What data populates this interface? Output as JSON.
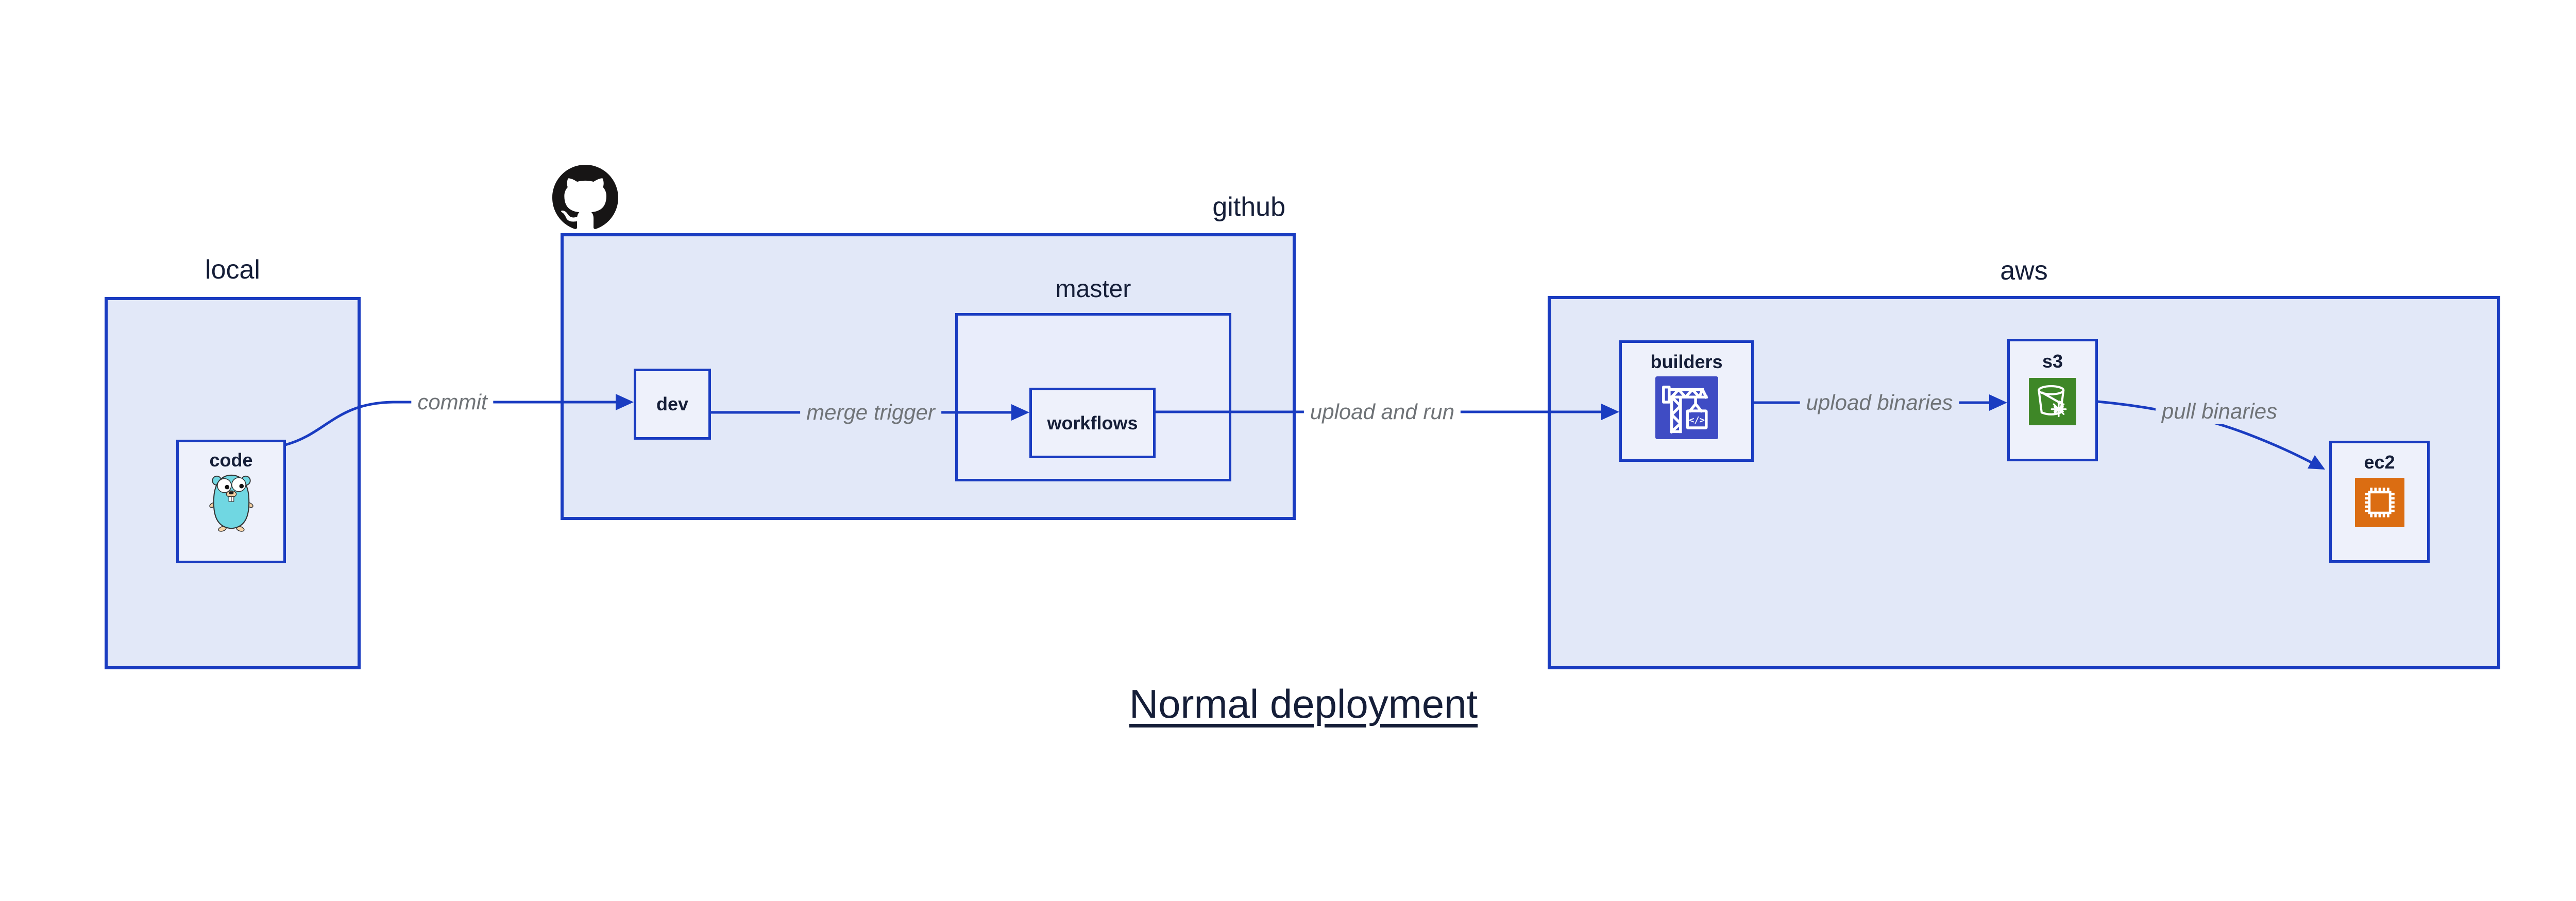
{
  "diagram_title": "Normal deployment",
  "colors": {
    "stroke_blue": "#1A3CC1",
    "container_fill": "#E2E8F8",
    "master_fill": "#E9EDFB",
    "node_fill": "#EEF1FB",
    "navy_text": "#151E38",
    "edge_label_gray": "#6F7377",
    "codebuild_purple": "#3F4CC4",
    "s3_green": "#3E8727",
    "ec2_orange": "#DB6D12",
    "github_black": "#171515",
    "gopher_teal": "#70D7E2"
  },
  "containers": {
    "local": {
      "label": "local"
    },
    "github": {
      "label": "github"
    },
    "master": {
      "label": "master"
    },
    "aws": {
      "label": "aws"
    }
  },
  "nodes": {
    "code": {
      "label": "code",
      "icon": "go-gopher"
    },
    "dev": {
      "label": "dev"
    },
    "workflows": {
      "label": "workflows"
    },
    "builders": {
      "label": "builders",
      "icon": "aws-codebuild-crane",
      "icon_glyph": "</>"
    },
    "s3": {
      "label": "s3",
      "icon": "aws-s3-glacier-bucket"
    },
    "ec2": {
      "label": "ec2",
      "icon": "aws-ec2-chip"
    }
  },
  "edges": {
    "commit": {
      "label": "commit",
      "from": "code",
      "to": "dev"
    },
    "merge_trigger": {
      "label": "merge trigger",
      "from": "dev",
      "to": "workflows"
    },
    "upload_and_run": {
      "label": "upload and run",
      "from": "workflows",
      "to": "builders"
    },
    "upload_binaries": {
      "label": "upload binaries",
      "from": "builders",
      "to": "s3"
    },
    "pull_binaries": {
      "label": "pull binaries",
      "from": "s3",
      "to": "ec2"
    }
  }
}
